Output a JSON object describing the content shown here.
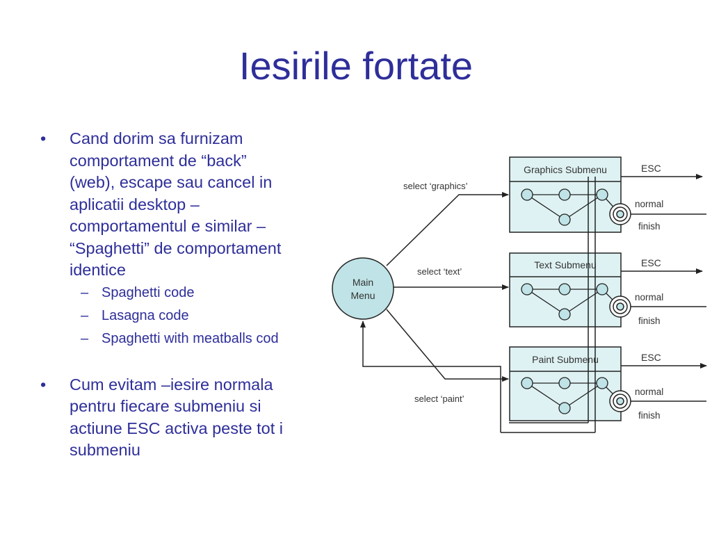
{
  "title": "Iesirile fortate",
  "bullets": [
    {
      "lines": [
        "Cand dorim sa furnizam",
        "comportament de “back”",
        "(web), escape sau cancel in",
        "aplicatii desktop –",
        "comportamentul e similar –",
        "“Spaghetti” de comportament",
        "identice"
      ],
      "subitems": [
        "Spaghetti code",
        "Lasagna code",
        "Spaghetti with meatballs cod"
      ]
    },
    {
      "lines": [
        "Cum evitam –iesire normala",
        "pentru fiecare submeniu si",
        "actiune ESC activa peste tot i",
        "submeniu"
      ]
    }
  ],
  "diagram": {
    "main_menu": [
      "Main",
      "Menu"
    ],
    "submenus": [
      {
        "title": "Graphics Submenu",
        "select_label": "select ‘graphics’"
      },
      {
        "title": "Text Submenu",
        "select_label": "select ‘text’"
      },
      {
        "title": "Paint Submenu",
        "select_label": "select ‘paint’"
      }
    ],
    "esc_label": "ESC",
    "normal_label": "normal",
    "finish_label": "finish",
    "colors": {
      "box_fill": "#dff2f3",
      "node_fill": "#bfe3e6",
      "line": "#222222",
      "text": "#2e2e9a"
    }
  }
}
